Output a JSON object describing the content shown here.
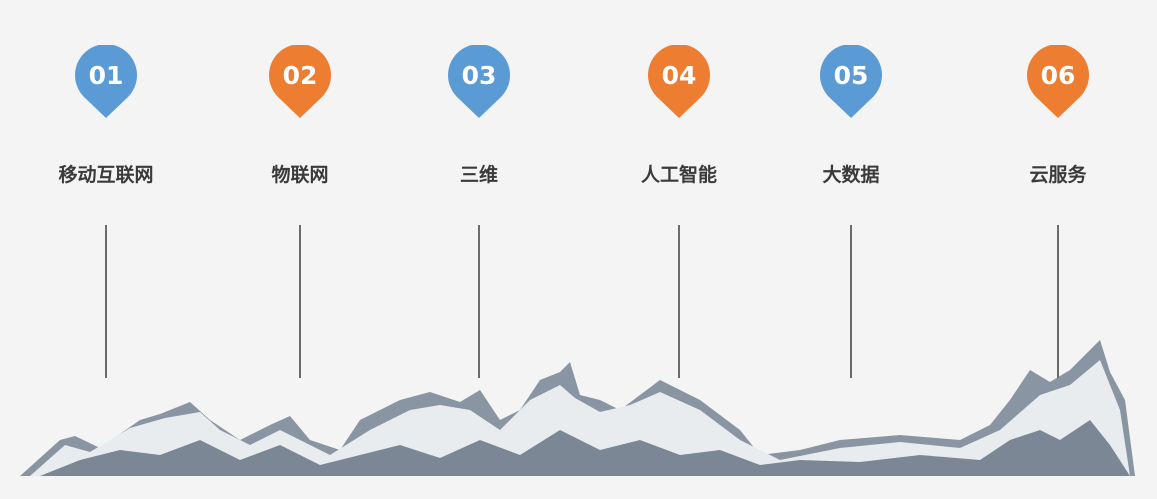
{
  "colors": {
    "blue": "#5B9BD5",
    "orange": "#ED7D31"
  },
  "items": [
    {
      "num": "01",
      "label": "移动互联网",
      "color": "blue"
    },
    {
      "num": "02",
      "label": "物联网",
      "color": "orange"
    },
    {
      "num": "03",
      "label": "三维",
      "color": "blue"
    },
    {
      "num": "04",
      "label": "人工智能",
      "color": "orange"
    },
    {
      "num": "05",
      "label": "大数据",
      "color": "blue"
    },
    {
      "num": "06",
      "label": "云服务",
      "color": "orange"
    }
  ]
}
